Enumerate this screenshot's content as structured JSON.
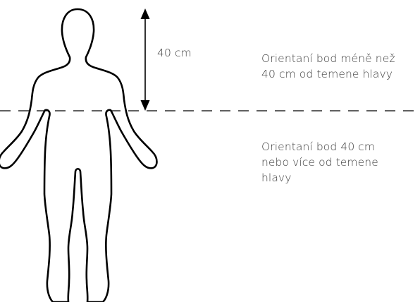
{
  "measurement": {
    "label": "40 cm"
  },
  "zones": {
    "above": {
      "lines": [
        "Orientaní bod méně než",
        "40 cm od temene hlavy"
      ]
    },
    "below": {
      "lines": [
        "Orientaní bod 40 cm",
        "nebo více od temene",
        "hlavy"
      ]
    }
  },
  "style": {
    "outline_color": "#000000",
    "text_color": "#3f3f3f"
  },
  "icons": {
    "figure": "human-body-outline",
    "arrow": "double-headed-vertical-arrow"
  }
}
